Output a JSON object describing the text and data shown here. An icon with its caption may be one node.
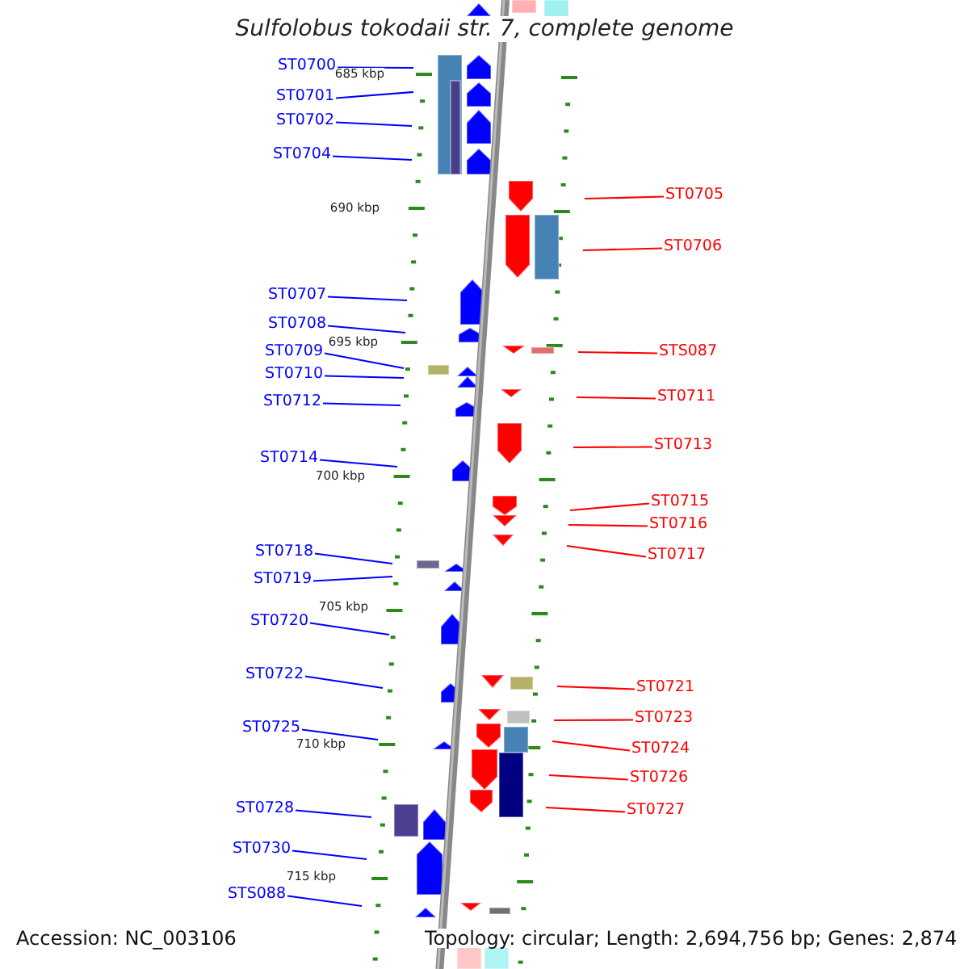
{
  "diagram": {
    "title": "Sulfolobus tokodaii str. 7, complete genome",
    "nodes": [
      {
        "text": [
          "ST0700"
        ]
      },
      {
        "text": [
          "ST0701"
        ]
      },
      {
        "text": [
          "ST0702"
        ]
      },
      {
        "text": [
          "ST0704"
        ]
      },
      {
        "text": [
          "ST0707"
        ]
      },
      {
        "text": [
          "ST0708"
        ]
      },
      {
        "text": [
          "ST0709"
        ]
      },
      {
        "text": [
          "ST0710"
        ]
      },
      {
        "text": [
          "ST0712"
        ]
      },
      {
        "text": [
          "ST0714"
        ]
      },
      {
        "text": [
          "ST0718"
        ]
      },
      {
        "text": [
          "ST0719"
        ]
      },
      {
        "text": [
          "ST0720"
        ]
      },
      {
        "text": [
          "ST0722"
        ]
      },
      {
        "text": [
          "ST0725"
        ]
      },
      {
        "text": [
          "ST0728"
        ]
      },
      {
        "text": [
          "ST0730"
        ]
      },
      {
        "text": [
          "STS088"
        ]
      },
      {
        "text": [
          "ST0705"
        ]
      },
      {
        "text": [
          "ST0706"
        ]
      },
      {
        "text": [
          "STS087"
        ]
      },
      {
        "text": [
          "ST0711"
        ]
      },
      {
        "text": [
          "ST0713"
        ]
      },
      {
        "text": [
          "ST0715"
        ]
      },
      {
        "text": [
          "ST0716"
        ]
      },
      {
        "text": [
          "ST0717"
        ]
      },
      {
        "text": [
          "ST0721"
        ]
      },
      {
        "text": [
          "ST0723"
        ]
      },
      {
        "text": [
          "ST0724"
        ]
      },
      {
        "text": [
          "ST0726"
        ]
      },
      {
        "text": [
          "ST0727"
        ]
      }
    ],
    "edges": [
      {
        "from": 0,
        "to": null,
        "arrow": "none"
      },
      {
        "from": 1,
        "to": null,
        "arrow": "none"
      },
      {
        "from": 2,
        "to": null,
        "arrow": "none"
      },
      {
        "from": 3,
        "to": null,
        "arrow": "none"
      },
      {
        "from": 4,
        "to": null,
        "arrow": "none"
      },
      {
        "from": 5,
        "to": null,
        "arrow": "none"
      },
      {
        "from": 6,
        "to": null,
        "arrow": "none"
      },
      {
        "from": 7,
        "to": null,
        "arrow": "none"
      },
      {
        "from": 8,
        "to": null,
        "arrow": "none"
      },
      {
        "from": 9,
        "to": null,
        "arrow": "none"
      },
      {
        "from": 10,
        "to": null,
        "arrow": "none"
      },
      {
        "from": 11,
        "to": null,
        "arrow": "none"
      },
      {
        "from": 12,
        "to": null,
        "arrow": "none"
      },
      {
        "from": 13,
        "to": null,
        "arrow": "none"
      },
      {
        "from": 14,
        "to": null,
        "arrow": "none"
      },
      {
        "from": 15,
        "to": null,
        "arrow": "none"
      },
      {
        "from": 16,
        "to": null,
        "arrow": "none"
      },
      {
        "from": 17,
        "to": null,
        "arrow": "none"
      },
      {
        "from": 18,
        "to": null,
        "arrow": "none",
        "color": "#ff0000"
      },
      {
        "from": 19,
        "to": null,
        "arrow": "none",
        "color": "#ff0000"
      },
      {
        "from": 20,
        "to": null,
        "arrow": "none",
        "color": "#ff0000"
      },
      {
        "from": 21,
        "to": null,
        "arrow": "none",
        "color": "#ff0000"
      },
      {
        "from": 22,
        "to": null,
        "arrow": "none",
        "color": "#ff0000"
      },
      {
        "from": 23,
        "to": null,
        "arrow": "none",
        "color": "#ff0000"
      },
      {
        "from": 24,
        "to": null,
        "arrow": "none",
        "color": "#ff0000"
      },
      {
        "from": 25,
        "to": null,
        "arrow": "none",
        "color": "#ff0000"
      },
      {
        "from": 26,
        "to": null,
        "arrow": "none",
        "color": "#ff0000"
      },
      {
        "from": 27,
        "to": null,
        "arrow": "none",
        "color": "#ff0000"
      },
      {
        "from": 28,
        "to": null,
        "arrow": "none",
        "color": "#ff0000"
      },
      {
        "from": 29,
        "to": null,
        "arrow": "none",
        "color": "#ff0000"
      },
      {
        "from": 30,
        "to": null,
        "arrow": "none",
        "color": "#ff0000"
      }
    ],
    "labels": [
      "685 kbp",
      "690 kbp",
      "695 kbp",
      "700 kbp",
      "705 kbp",
      "710 kbp",
      "715 kbp",
      "Accession: NC_003106",
      "Topology: circular; Length: 2,694,756 bp; Genes: 2,874"
    ]
  }
}
